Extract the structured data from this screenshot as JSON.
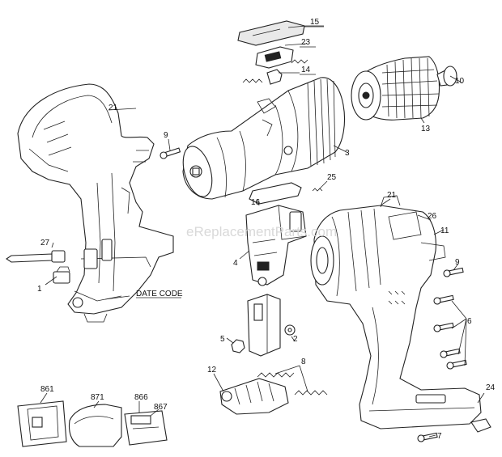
{
  "watermark": "eReplacementParts.com",
  "date_code_label": "DATE CODE",
  "colors": {
    "line": "#222222",
    "watermark": "#d9d9d9",
    "background": "#ffffff"
  },
  "callouts": [
    {
      "id": "c15",
      "text": "15"
    },
    {
      "id": "c23",
      "text": "23"
    },
    {
      "id": "c14",
      "text": "14"
    },
    {
      "id": "c10",
      "text": "10"
    },
    {
      "id": "c13",
      "text": "13"
    },
    {
      "id": "c21a",
      "text": "21"
    },
    {
      "id": "c9a",
      "text": "9"
    },
    {
      "id": "c3",
      "text": "3"
    },
    {
      "id": "c25",
      "text": "25"
    },
    {
      "id": "c16",
      "text": "16"
    },
    {
      "id": "c21b",
      "text": "21"
    },
    {
      "id": "c26",
      "text": "26"
    },
    {
      "id": "c11",
      "text": "11"
    },
    {
      "id": "c27",
      "text": "27"
    },
    {
      "id": "c4",
      "text": "4"
    },
    {
      "id": "c9b",
      "text": "9"
    },
    {
      "id": "c1",
      "text": "1"
    },
    {
      "id": "c6",
      "text": "6"
    },
    {
      "id": "c5",
      "text": "5"
    },
    {
      "id": "c2",
      "text": "2"
    },
    {
      "id": "c8",
      "text": "8"
    },
    {
      "id": "c12",
      "text": "12"
    },
    {
      "id": "c24",
      "text": "24"
    },
    {
      "id": "c861",
      "text": "861"
    },
    {
      "id": "c871",
      "text": "871"
    },
    {
      "id": "c866",
      "text": "866"
    },
    {
      "id": "c867",
      "text": "867"
    },
    {
      "id": "c7",
      "text": "7"
    }
  ]
}
